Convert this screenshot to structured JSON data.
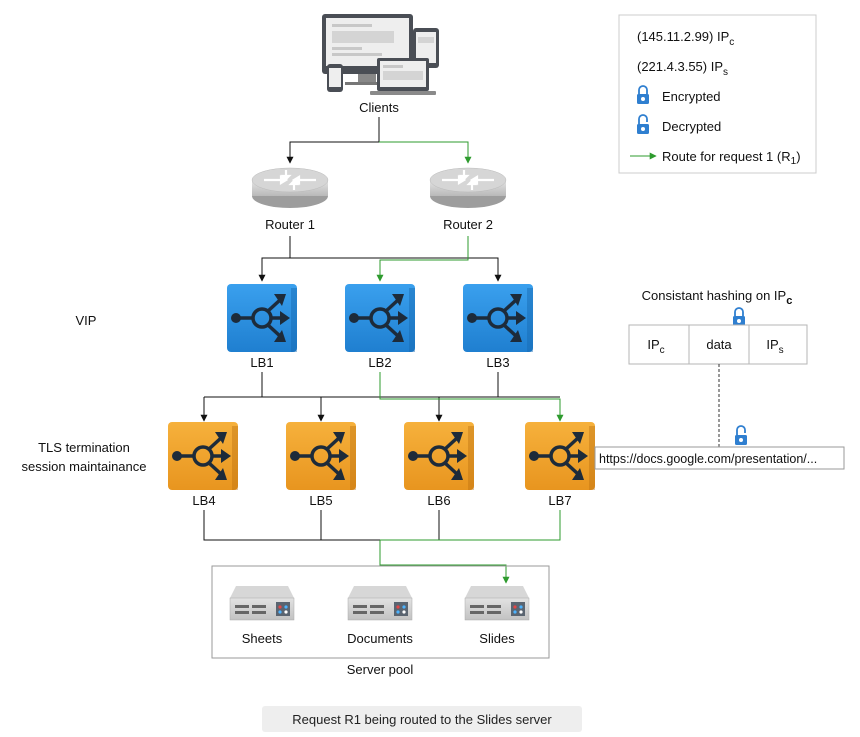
{
  "clients": {
    "label": "Clients"
  },
  "routers": [
    {
      "label": "Router 1"
    },
    {
      "label": "Router 2"
    }
  ],
  "vip_label": "VIP",
  "tls_label": {
    "line1": "TLS termination",
    "line2": "session maintainance"
  },
  "lb_vip": [
    {
      "label": "LB1"
    },
    {
      "label": "LB2"
    },
    {
      "label": "LB3"
    }
  ],
  "lb_tls": [
    {
      "label": "LB4"
    },
    {
      "label": "LB5"
    },
    {
      "label": "LB6"
    },
    {
      "label": "LB7"
    }
  ],
  "servers": [
    {
      "label": "Sheets"
    },
    {
      "label": "Documents"
    },
    {
      "label": "Slides"
    }
  ],
  "server_pool_label": "Server pool",
  "legend": {
    "ip_client": {
      "value": "(145.11.2.99) IP",
      "sub": "c"
    },
    "ip_server": {
      "value": "(221.4.3.55) IP",
      "sub": "s"
    },
    "encrypted": "Encrypted",
    "decrypted": "Decrypted",
    "route": {
      "text": "Route for request 1 (R",
      "sub": "1",
      "close": ")"
    }
  },
  "hashing": {
    "title": "Consistant hashing on IP",
    "title_sub": "c",
    "cells": [
      {
        "text": "IP",
        "sub": "c"
      },
      {
        "text": "data",
        "sub": ""
      },
      {
        "text": "IP",
        "sub": "s"
      }
    ]
  },
  "url_box": "https://docs.google.com/presentation/...",
  "caption": "Request R1 being routed to the Slides server",
  "colors": {
    "route_green": "#2e9b2e",
    "lb_blue": "#2b8fe0",
    "lb_orange": "#f0a230",
    "lock_blue": "#2f7fd0"
  }
}
